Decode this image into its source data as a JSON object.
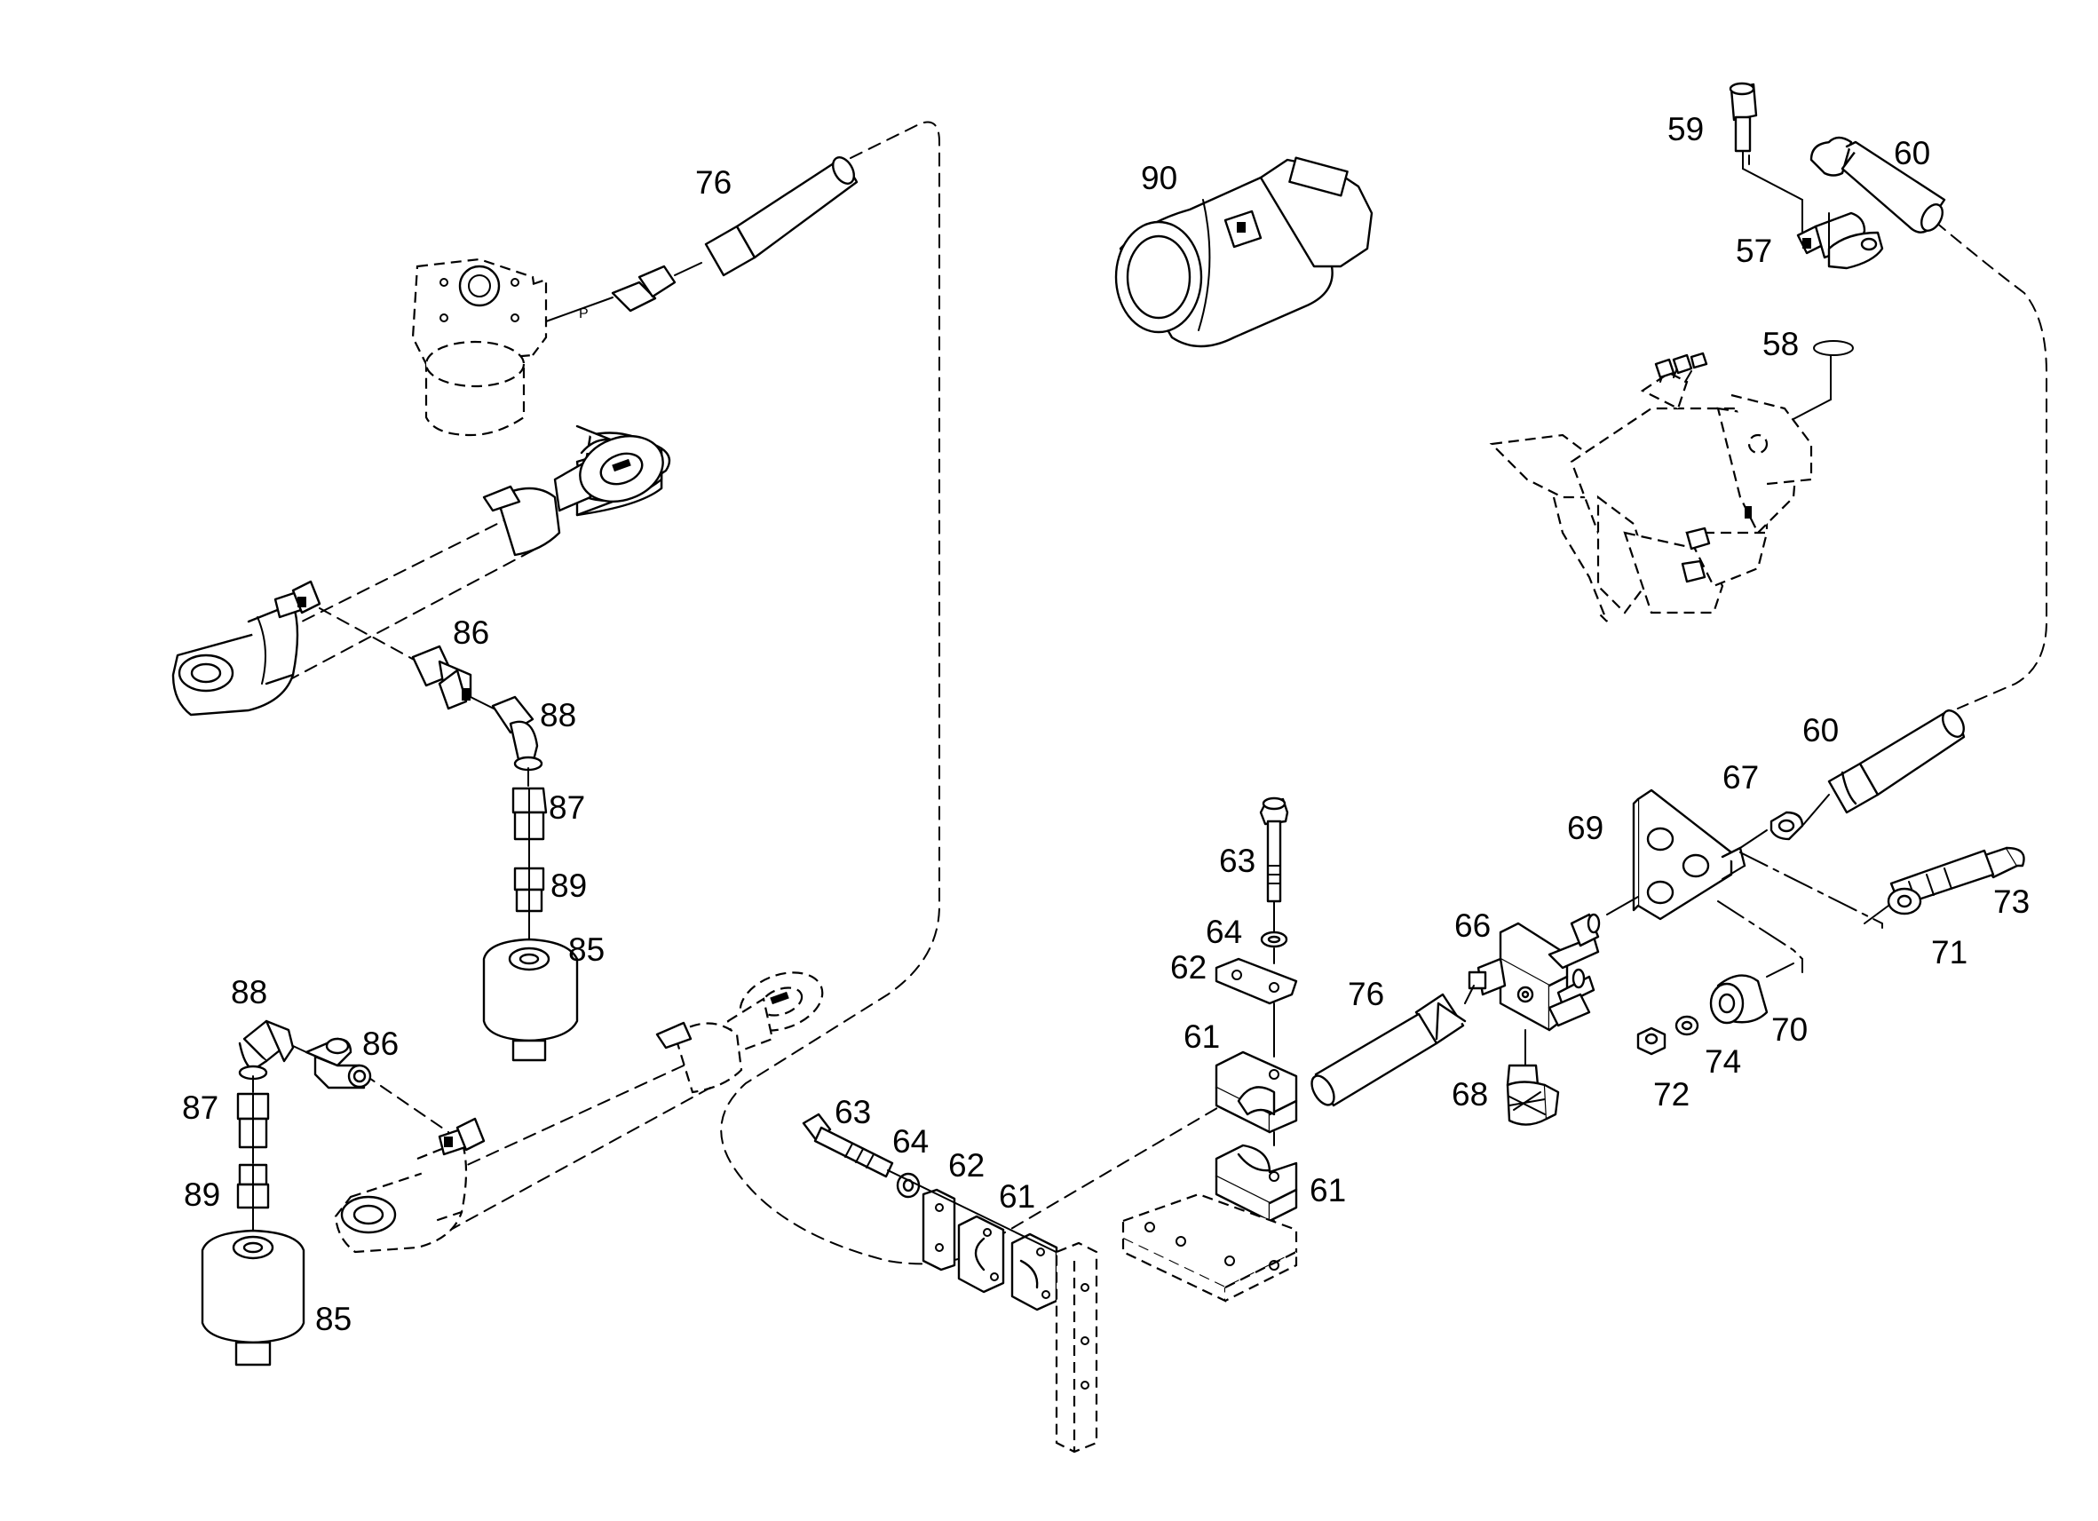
{
  "diagram": {
    "callouts": [
      {
        "id": "c76a",
        "text": "76"
      },
      {
        "id": "c90",
        "text": "90"
      },
      {
        "id": "c59",
        "text": "59"
      },
      {
        "id": "c60a",
        "text": "60"
      },
      {
        "id": "c57",
        "text": "57"
      },
      {
        "id": "c58",
        "text": "58"
      },
      {
        "id": "c86a",
        "text": "86"
      },
      {
        "id": "c88a",
        "text": "88"
      },
      {
        "id": "c87a",
        "text": "87"
      },
      {
        "id": "c89a",
        "text": "89"
      },
      {
        "id": "c85a",
        "text": "85"
      },
      {
        "id": "c88b",
        "text": "88"
      },
      {
        "id": "c86b",
        "text": "86"
      },
      {
        "id": "c87b",
        "text": "87"
      },
      {
        "id": "c89b",
        "text": "89"
      },
      {
        "id": "c85b",
        "text": "85"
      },
      {
        "id": "c60b",
        "text": "60"
      },
      {
        "id": "c67",
        "text": "67"
      },
      {
        "id": "c69",
        "text": "69"
      },
      {
        "id": "c63a",
        "text": "63"
      },
      {
        "id": "c64a",
        "text": "64"
      },
      {
        "id": "c62a",
        "text": "62"
      },
      {
        "id": "c66",
        "text": "66"
      },
      {
        "id": "c76b",
        "text": "76"
      },
      {
        "id": "c61a",
        "text": "61"
      },
      {
        "id": "c73",
        "text": "73"
      },
      {
        "id": "c71",
        "text": "71"
      },
      {
        "id": "c70",
        "text": "70"
      },
      {
        "id": "c74",
        "text": "74"
      },
      {
        "id": "c72",
        "text": "72"
      },
      {
        "id": "c68",
        "text": "68"
      },
      {
        "id": "c63b",
        "text": "63"
      },
      {
        "id": "c64b",
        "text": "64"
      },
      {
        "id": "c62b",
        "text": "62"
      },
      {
        "id": "c61b",
        "text": "61"
      },
      {
        "id": "c61c",
        "text": "61"
      }
    ],
    "port_mark": "P"
  }
}
